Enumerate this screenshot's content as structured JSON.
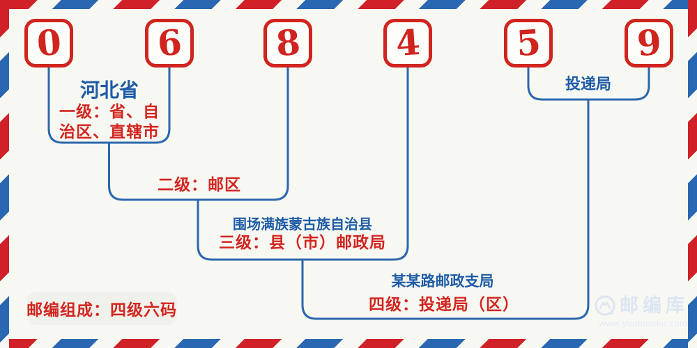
{
  "postal_code": {
    "digits": [
      "0",
      "6",
      "8",
      "4",
      "5",
      "9"
    ],
    "value": "068459"
  },
  "levels": {
    "level1": {
      "place_name": "河北省",
      "label": "一级：省、自\n治区、直辖市"
    },
    "level2": {
      "label": "二级：邮区"
    },
    "level3": {
      "place_name": "围场满族蒙古族自治县",
      "label": "三级：县（市）邮政局"
    },
    "level4": {
      "place_name": "某某路邮政支局",
      "label": "四级：投递局（区）"
    },
    "delivery_office": {
      "label": "投递局"
    }
  },
  "badge": {
    "text": "邮编组成：四级六码"
  },
  "watermark": {
    "site_name": "邮编库",
    "url": "www.youbianku.com"
  },
  "colors": {
    "background": "#f8f8f3",
    "stripe_red": "#cf2127",
    "stripe_blue": "#2a67b2",
    "digit_red": "#d0241f",
    "line_blue": "#2b67ad",
    "text_blue": "#1c5ba6",
    "text_red": "#d3251f",
    "badge_bg": "#f1f1ec",
    "watermark_blue": "#dce5f3"
  }
}
